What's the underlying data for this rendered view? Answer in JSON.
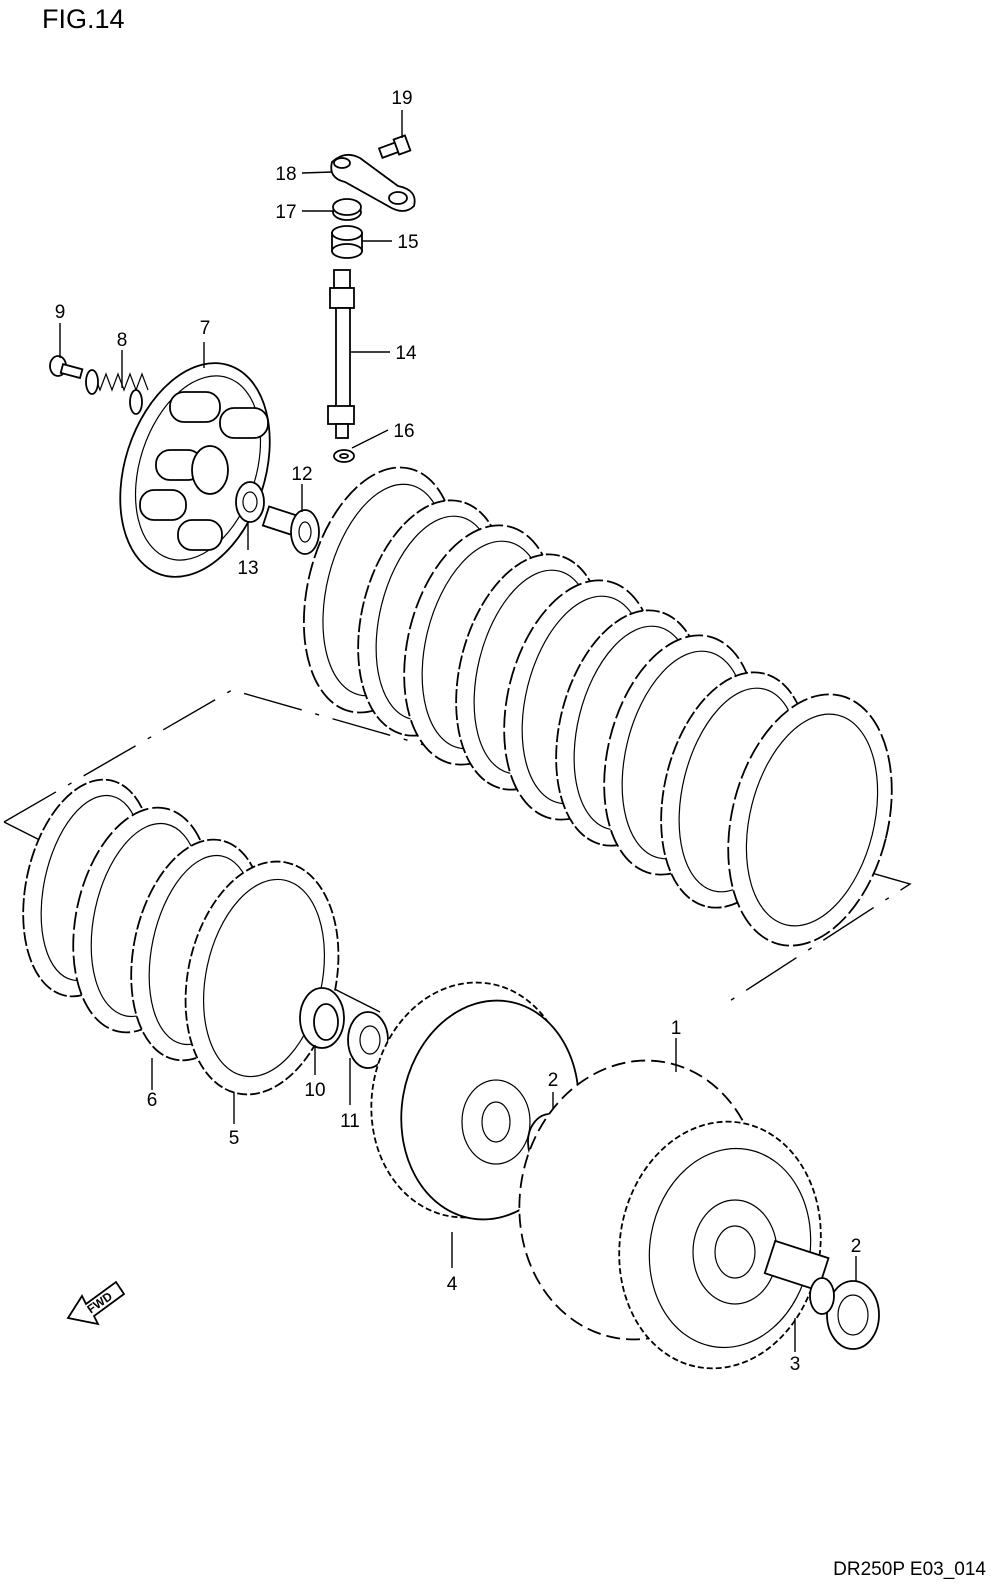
{
  "figure_title": "FIG.14",
  "document_code": "DR250P E03_014",
  "callouts": {
    "p1": "1",
    "p2a": "2",
    "p2b": "2",
    "p3": "3",
    "p4": "4",
    "p5": "5",
    "p6": "6",
    "p7": "7",
    "p8": "8",
    "p9": "9",
    "p10": "10",
    "p11": "11",
    "p12": "12",
    "p13": "13",
    "p14": "14",
    "p15": "15",
    "p16": "16",
    "p17": "17",
    "p18": "18",
    "p19": "19"
  },
  "fwd_label": "FWD"
}
